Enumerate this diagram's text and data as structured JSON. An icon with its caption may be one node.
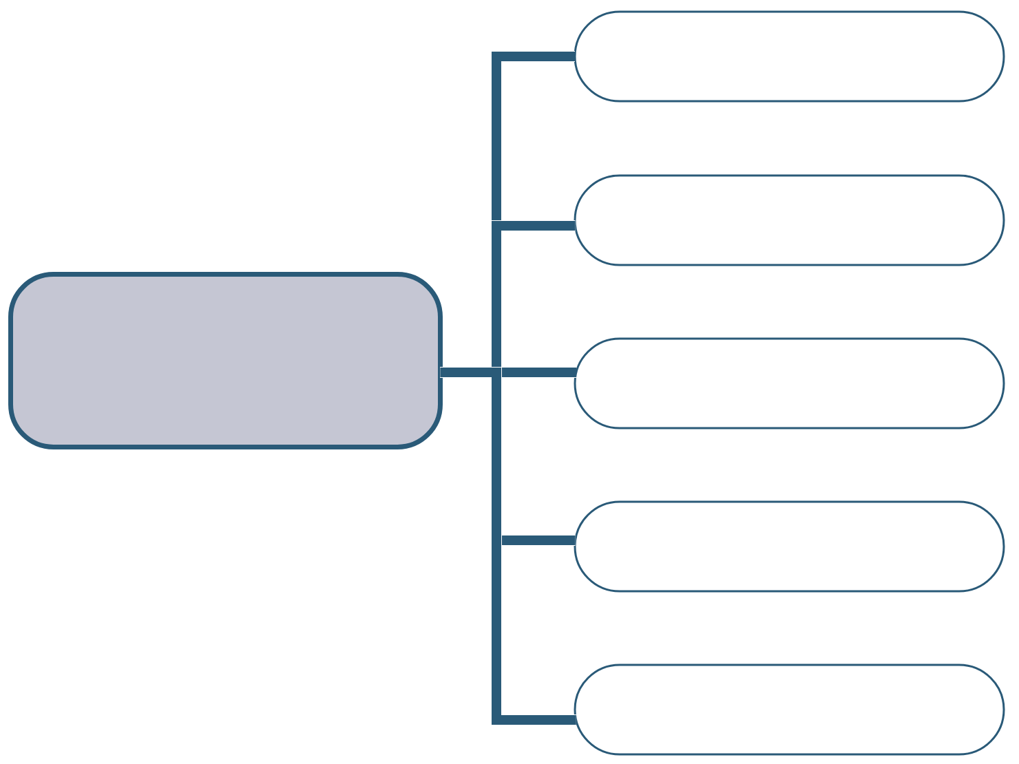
{
  "diagram": {
    "nodes": [
      {
        "text": [],
        "shape": "box"
      },
      {
        "text": [],
        "shape": "pill"
      },
      {
        "text": [],
        "shape": "pill"
      },
      {
        "text": [],
        "shape": "pill"
      },
      {
        "text": [],
        "shape": "pill"
      },
      {
        "text": [],
        "shape": "pill"
      }
    ],
    "edges": [
      {
        "from": 0,
        "to": 1,
        "arrow": "none"
      },
      {
        "from": 0,
        "to": 2,
        "arrow": "none"
      },
      {
        "from": 0,
        "to": 3,
        "arrow": "none"
      },
      {
        "from": 0,
        "to": 4,
        "arrow": "none"
      },
      {
        "from": 0,
        "to": 5,
        "arrow": "none"
      }
    ]
  }
}
